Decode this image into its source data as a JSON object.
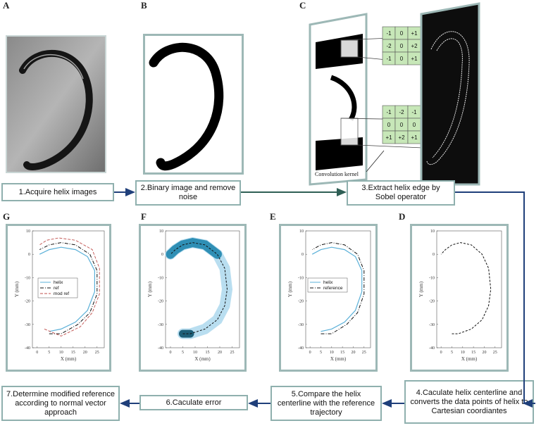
{
  "panel_letters": {
    "a": "A",
    "b": "B",
    "c": "C",
    "d": "D",
    "e": "E",
    "f": "F",
    "g": "G"
  },
  "steps": {
    "s1": "1.Acquire helix images",
    "s2": "2.Binary image and remove noise",
    "s3": "3.Extract helix edge by Sobel operator",
    "s4": "4.Caculate helix centerline and converts the data points of helix to Cartesian coordiantes",
    "s5": "5.Compare the helix centerline  with the reference trajectory",
    "s6": "6.Caculate error",
    "s7": "7.Determine modified reference according to normal vector approach"
  },
  "sobel": {
    "kernel_x": [
      "-1",
      "0",
      "+1",
      "-2",
      "0",
      "+2",
      "-1",
      "0",
      "+1"
    ],
    "kernel_y": [
      "-1",
      "-2",
      "-1",
      "0",
      "0",
      "0",
      "+1",
      "+2",
      "+1"
    ],
    "label": "Convolution kernel"
  },
  "axes": {
    "xlabel": "X (mm)",
    "ylabel": "Y (mm)",
    "xticks": [
      "0",
      "5",
      "10",
      "15",
      "20",
      "25"
    ],
    "yticks": [
      "10",
      "0",
      "-10",
      "-20",
      "-30",
      "-40"
    ]
  },
  "legend_e": [
    "helix",
    "reference"
  ],
  "legend_g": [
    "helix",
    "ref",
    "mod ref"
  ],
  "colors": {
    "frame": "#9db8b6",
    "arrow": "#1f3f7a",
    "arrow_green": "#2f5f55",
    "helix_blue": "#5ab0d8",
    "ref_red": "#c0504d"
  },
  "chart_data": [
    {
      "type": "line",
      "panel": "D",
      "title": "",
      "xlabel": "X (mm)",
      "ylabel": "Y (mm)",
      "xlim": [
        -2,
        28
      ],
      "ylim": [
        -40,
        10
      ],
      "series": [
        {
          "values": [
            [
              5,
              -34
            ],
            [
              8,
              -34
            ],
            [
              14,
              -32
            ],
            [
              19,
              -28
            ],
            [
              22,
              -22
            ],
            [
              23,
              -15
            ],
            [
              22,
              -6
            ],
            [
              19,
              0
            ],
            [
              14,
              4
            ],
            [
              9,
              5
            ],
            [
              5,
              4
            ],
            [
              2,
              2
            ],
            [
              0,
              0
            ]
          ]
        }
      ]
    },
    {
      "type": "line",
      "panel": "E",
      "title": "",
      "xlabel": "X (mm)",
      "ylabel": "Y (mm)",
      "xlim": [
        -2,
        28
      ],
      "ylim": [
        -40,
        10
      ],
      "series": [
        {
          "name": "helix",
          "values": [
            [
              5,
              -33
            ],
            [
              10,
              -32
            ],
            [
              16,
              -29
            ],
            [
              21,
              -24
            ],
            [
              24,
              -16
            ],
            [
              24,
              -7
            ],
            [
              21,
              -1
            ],
            [
              16,
              2
            ],
            [
              10,
              3
            ],
            [
              5,
              2
            ],
            [
              1,
              0
            ]
          ]
        },
        {
          "name": "reference",
          "values": [
            [
              5,
              -34
            ],
            [
              10,
              -34
            ],
            [
              17,
              -30
            ],
            [
              22,
              -25
            ],
            [
              25,
              -17
            ],
            [
              25,
              -7
            ],
            [
              22,
              0
            ],
            [
              16,
              4
            ],
            [
              10,
              5
            ],
            [
              5,
              4
            ],
            [
              1,
              2
            ]
          ]
        }
      ]
    },
    {
      "type": "line",
      "panel": "G",
      "title": "",
      "xlabel": "X (mm)",
      "ylabel": "Y (mm)",
      "xlim": [
        -2,
        28
      ],
      "ylim": [
        -40,
        10
      ],
      "series": [
        {
          "name": "helix",
          "values": [
            [
              5,
              -33
            ],
            [
              10,
              -32
            ],
            [
              16,
              -29
            ],
            [
              21,
              -24
            ],
            [
              24,
              -16
            ],
            [
              24,
              -7
            ],
            [
              21,
              -1
            ],
            [
              16,
              2
            ],
            [
              10,
              3
            ],
            [
              5,
              2
            ],
            [
              1,
              0
            ]
          ]
        },
        {
          "name": "ref",
          "values": [
            [
              5,
              -34
            ],
            [
              10,
              -34
            ],
            [
              17,
              -30
            ],
            [
              22,
              -25
            ],
            [
              25,
              -17
            ],
            [
              25,
              -7
            ],
            [
              22,
              0
            ],
            [
              16,
              4
            ],
            [
              10,
              5
            ],
            [
              5,
              4
            ],
            [
              1,
              2
            ]
          ]
        },
        {
          "name": "mod ref",
          "values": [
            [
              3,
              -32
            ],
            [
              10,
              -35
            ],
            [
              18,
              -31
            ],
            [
              23,
              -25
            ],
            [
              26,
              -17
            ],
            [
              26,
              -6
            ],
            [
              23,
              2
            ],
            [
              16,
              6
            ],
            [
              9,
              7
            ],
            [
              4,
              6
            ],
            [
              1,
              4
            ]
          ]
        }
      ]
    }
  ]
}
